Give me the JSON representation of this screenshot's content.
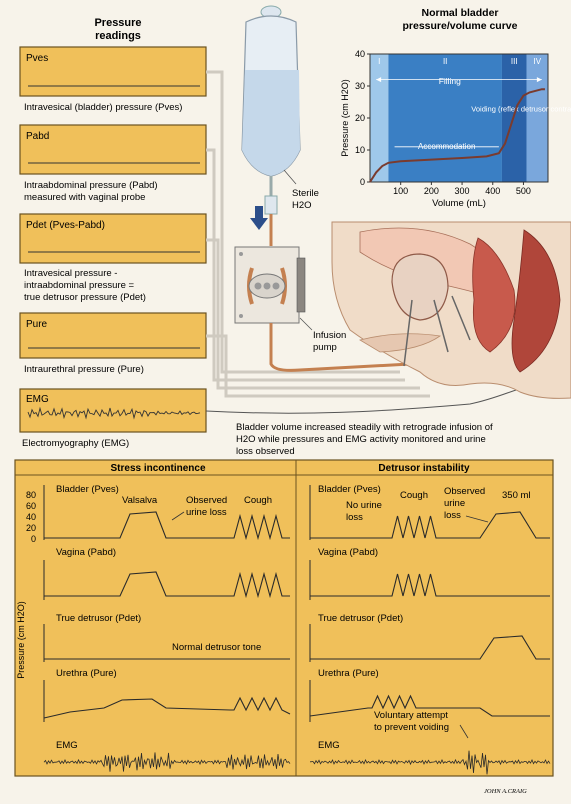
{
  "header": {
    "title_line1": "Pressure",
    "title_line2": "readings"
  },
  "readings": [
    {
      "channel": "Pves",
      "caption_lines": [
        "Intravesical (bladder) pressure (Pves)"
      ]
    },
    {
      "channel": "Pabd",
      "caption_lines": [
        "Intraabdominal pressure (Pabd)",
        "measured with vaginal probe"
      ]
    },
    {
      "channel": "Pdet (Pves-Pabd)",
      "caption_lines": [
        "Intravesical pressure -",
        "intraabdominal pressure =",
        "true detrusor pressure (Pdet)"
      ]
    },
    {
      "channel": "Pure",
      "caption_lines": [
        "Intraurethral pressure (Pure)"
      ]
    },
    {
      "channel": "EMG",
      "caption_lines": [
        "Electromyography (EMG)"
      ]
    }
  ],
  "apparatus": {
    "bag_label_line1": "Sterile",
    "bag_label_line2": "H2O",
    "pump_label_line1": "Infusion",
    "pump_label_line2": "pump"
  },
  "procedure_note_lines": [
    "Bladder volume increased steadily with retrograde infusion of",
    "H2O while pressures and EMG activity monitored and urine",
    "loss observed"
  ],
  "curve": {
    "title_line1": "Normal bladder",
    "title_line2": "pressure/volume curve",
    "phases": [
      "I",
      "II",
      "III",
      "IV"
    ],
    "annotations": {
      "filling": "Filling",
      "voiding": "Voiding (reflex detrusor contraction)",
      "accommodation": "Accommodation"
    },
    "colors": {
      "phase1": "#9fc8ea",
      "phase2": "#3a7fc4",
      "phase3": "#2b62a8",
      "phase4": "#7aa7dc",
      "curve": "#7a3b2e"
    }
  },
  "chart_data": {
    "type": "line",
    "title": "Normal bladder pressure/volume curve",
    "xlabel": "Volume (mL)",
    "ylabel": "Pressure (cm H2O)",
    "xlim": [
      0,
      580
    ],
    "ylim": [
      0,
      40
    ],
    "xticks": [
      100,
      200,
      300,
      400,
      500
    ],
    "yticks": [
      0,
      10,
      20,
      30,
      40
    ],
    "phase_bounds": [
      0,
      60,
      430,
      510,
      580
    ],
    "x": [
      0,
      20,
      40,
      60,
      100,
      200,
      300,
      380,
      420,
      440,
      460,
      480,
      500,
      520,
      540,
      560,
      570
    ],
    "y": [
      0,
      3,
      5,
      6,
      6.5,
      7,
      7.5,
      8,
      9,
      12,
      18,
      24,
      27,
      28,
      28.5,
      29,
      29
    ]
  },
  "panels": {
    "stress": {
      "title": "Stress incontinence",
      "axis_ticks": [
        "80",
        "60",
        "40",
        "20",
        "0"
      ],
      "axis_label": "Pressure (cm H2O)",
      "rows": [
        "Bladder (Pves)",
        "Vagina (Pabd)",
        "True detrusor (Pdet)",
        "Urethra (Pure)",
        "EMG"
      ],
      "annotations": {
        "valsalva": "Valsalva",
        "observed_line1": "Observed",
        "observed_line2": "urine loss",
        "cough": "Cough",
        "tone": "Normal detrusor tone"
      }
    },
    "instability": {
      "title": "Detrusor instability",
      "rows": [
        "Bladder (Pves)",
        "Vagina (Pabd)",
        "True detrusor (Pdet)",
        "Urethra (Pure)",
        "EMG"
      ],
      "annotations": {
        "no_urine_line1": "No urine",
        "no_urine_line2": "loss",
        "cough": "Cough",
        "observed_line1": "Observed",
        "observed_line2": "urine",
        "observed_line3": "loss",
        "volume": "350 ml",
        "voluntary_line1": "Voluntary attempt",
        "voluntary_line2": "to prevent voiding"
      }
    }
  },
  "signature": "JOHN A.CRAIG"
}
